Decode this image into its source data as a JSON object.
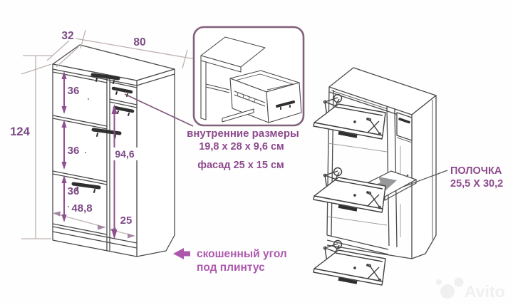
{
  "front_view": {
    "depth": "32",
    "width": "80",
    "height": "124",
    "sections": [
      "36",
      "36",
      "36"
    ],
    "right_door_height": "94,6",
    "left_column_width": "48,8",
    "right_column_width": "25",
    "corner_note_line1": "скошенный угол",
    "corner_note_line2": "под плинтус"
  },
  "drawer_inset": {
    "line1": "внутренние размеры",
    "line2": "19,8 х 28 х 9,6 см",
    "line3": "фасад 25 х 15 см"
  },
  "perspective_view": {
    "shelf_label": "ПОЛОЧКА",
    "shelf_size": "25,5 Х 30,2"
  },
  "watermark": {
    "brand": "Avito"
  },
  "colors": {
    "dimension_text": "#7c4a86",
    "annotation": "#ad58ad",
    "inset_border": "#836079",
    "drawing_line": "#4a4a4a",
    "gray_arrow": "#96989a",
    "watermark": "#f0f0f0"
  }
}
